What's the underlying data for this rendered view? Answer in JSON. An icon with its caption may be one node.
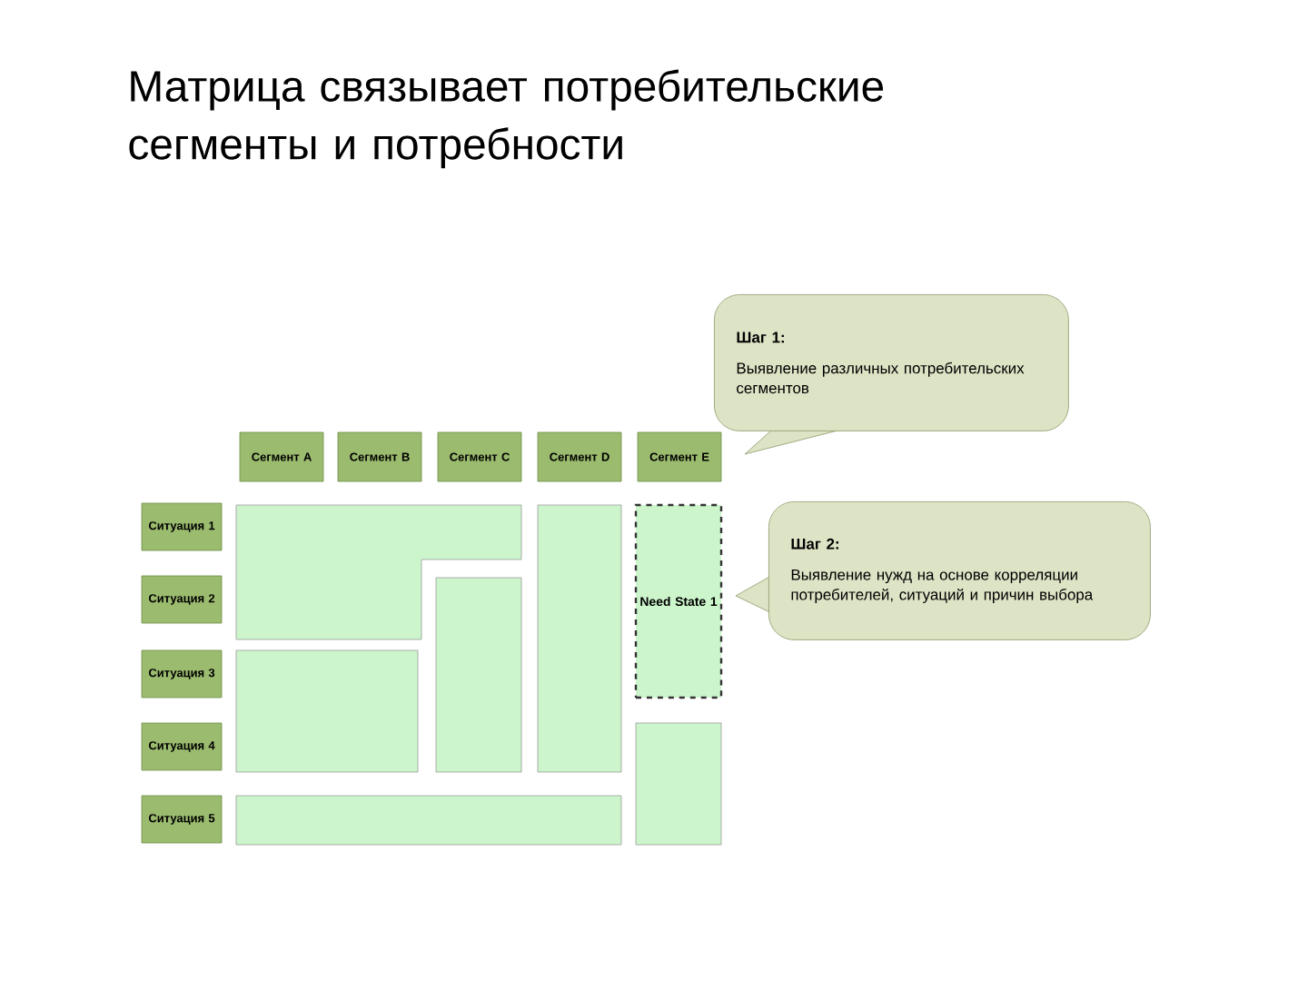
{
  "diagram": {
    "title": "Матрица связывает потребительские сегменты и потребности",
    "nodes": [
      {
        "text": [
          "Сегмент A"
        ]
      },
      {
        "text": [
          "Сегмент B"
        ]
      },
      {
        "text": [
          "Сегмент C"
        ]
      },
      {
        "text": [
          "Сегмент D"
        ]
      },
      {
        "text": [
          "Сегмент E"
        ]
      },
      {
        "text": [
          "Ситуация 1"
        ]
      },
      {
        "text": [
          "Ситуация 2"
        ]
      },
      {
        "text": [
          "Ситуация 3"
        ]
      },
      {
        "text": [
          "Ситуация 4"
        ]
      },
      {
        "text": [
          "Ситуация 5"
        ]
      },
      {
        "text": [],
        "shape": "box"
      },
      {
        "text": [],
        "shape": "box"
      },
      {
        "text": [],
        "shape": "box"
      },
      {
        "text": [
          "Need State 1"
        ]
      },
      {
        "text": [],
        "shape": "box"
      },
      {
        "text": [],
        "shape": "box"
      },
      {
        "text": [],
        "shape": "box"
      },
      {
        "text": [
          "Шаг 1:",
          "Выявление различных потребительских сегментов"
        ]
      },
      {
        "text": [
          "Шаг 2:",
          "Выявление нужд на основе корреляции потребителей, ситуаций и причин выбора"
        ]
      }
    ],
    "edges": []
  }
}
